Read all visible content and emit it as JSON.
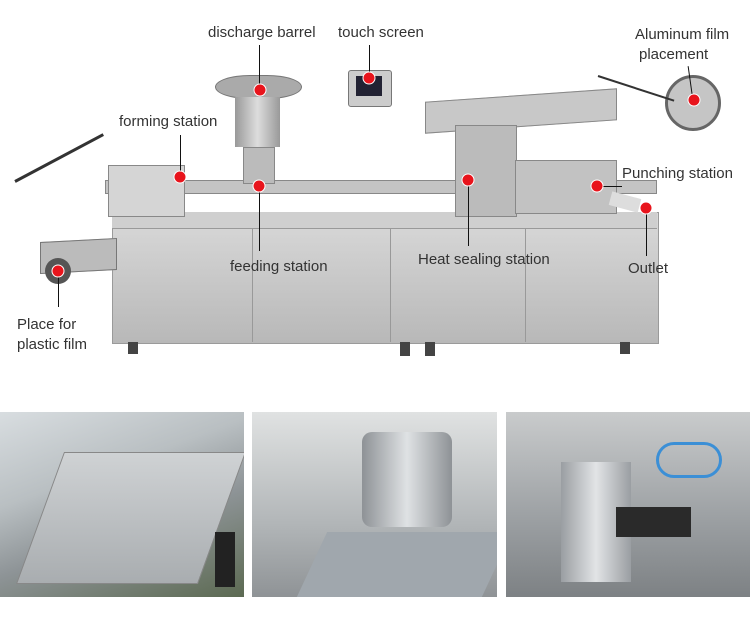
{
  "labels": {
    "discharge_barrel": "discharge barrel",
    "touch_screen": "touch screen",
    "aluminum_film_line1": "Aluminum film",
    "aluminum_film_line2": "placement",
    "forming_station": "forming station",
    "punching_station": "Punching station",
    "feeding_station": "feeding station",
    "heat_sealing_station": "Heat sealing station",
    "outlet": "Outlet",
    "plastic_film_line1": "Place for",
    "plastic_film_line2": "plastic film"
  },
  "colors": {
    "marker": "#e8141c",
    "leader": "#111111",
    "text": "#333333"
  }
}
